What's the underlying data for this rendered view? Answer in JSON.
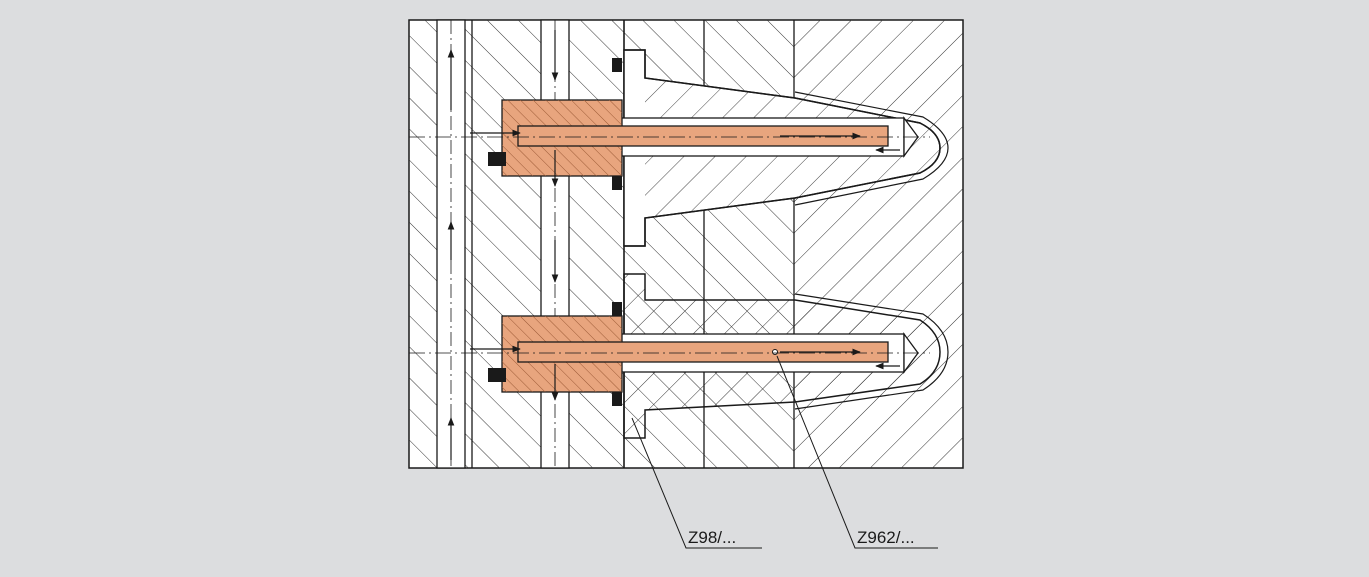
{
  "diagram": {
    "colors": {
      "background": "#dcdddf",
      "section_fill": "#ffffff",
      "line": "#1a1a1a",
      "copper": "#e8a57e",
      "copper_dark": "#c97a4f"
    },
    "callouts": [
      {
        "id": "z98",
        "label": "Z98/..."
      },
      {
        "id": "z962",
        "label": "Z962/..."
      }
    ]
  }
}
